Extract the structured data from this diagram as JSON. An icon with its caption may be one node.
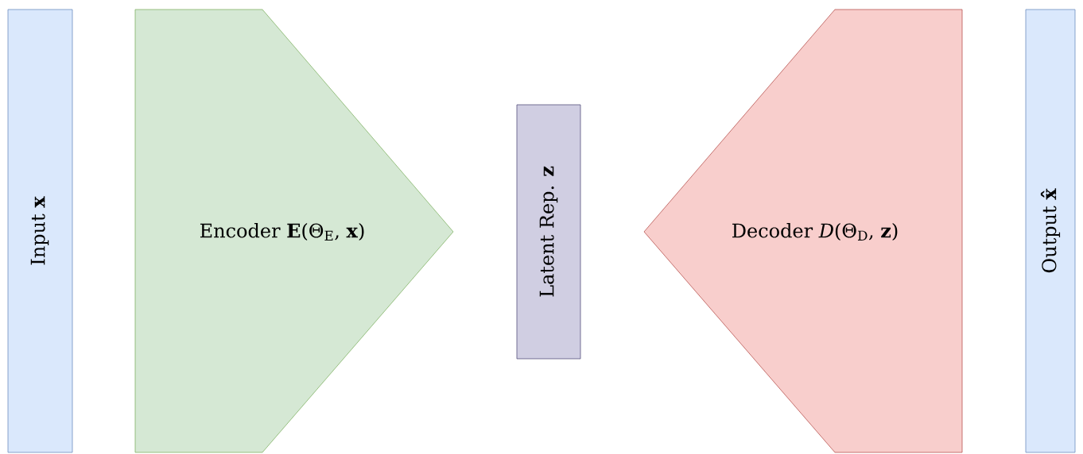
{
  "diagram": {
    "nodes": [
      {
        "text": [
          "Input **x**"
        ]
      },
      {
        "text": [
          "Encoder **E**(Θ$_{E}$, **x**)"
        ]
      },
      {
        "text": [
          "Latent Rep. **z**"
        ]
      },
      {
        "text": [
          "Decoder *D*(Θ$_{D}$, **z**)"
        ]
      },
      {
        "text": [
          "Output **x̂**"
        ]
      }
    ]
  }
}
